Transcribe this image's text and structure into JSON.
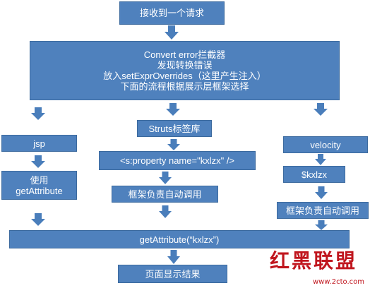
{
  "nodes": {
    "request": "接收到一个请求",
    "convert": [
      "Convert error拦截器",
      "发现转换错误",
      "放入setExprOverrides（这里产生注入）",
      "下面的流程根据展示层框架选择"
    ],
    "jsp": "jsp",
    "use_getattr": [
      "使用",
      "getAttribute"
    ],
    "struts_tags": "Struts标签库",
    "s_property": "<s:property name=\"kxlzx\" />",
    "framework_call_mid": "框架负责自动调用",
    "velocity": "velocity",
    "kxlzx_var": "$kxlzx",
    "framework_call_right": "框架负责自动调用",
    "getattribute_call": "getAttribute(“kxlzx”)",
    "page_result": "页面显示结果"
  },
  "watermark": {
    "text": "红黑联盟",
    "url": "www.2cto.com"
  },
  "colors": {
    "box": "#4f81bd",
    "arrow": "#4a7ebb",
    "text": "#ffffff",
    "watermark": "#c0161e"
  }
}
